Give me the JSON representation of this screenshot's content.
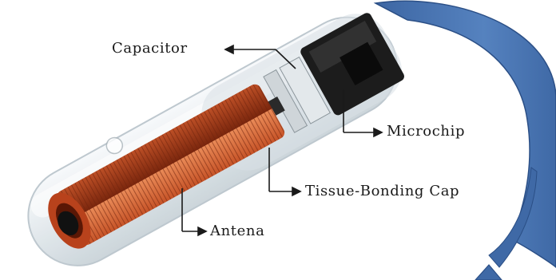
{
  "labels": {
    "capacitor": "Capacitor",
    "microchip": "Microchip",
    "tissue_bonding_cap": "Tissue-Bonding Cap",
    "antena": "Antena"
  },
  "colors": {
    "arc_fill": "#4a74b0",
    "arc_edge": "#2b4f86",
    "coil": "#c8562a",
    "coil_dark": "#8a2e12",
    "glass": "#e9eef2",
    "chip": "#1c1c1c",
    "text": "#1a1a1a"
  }
}
